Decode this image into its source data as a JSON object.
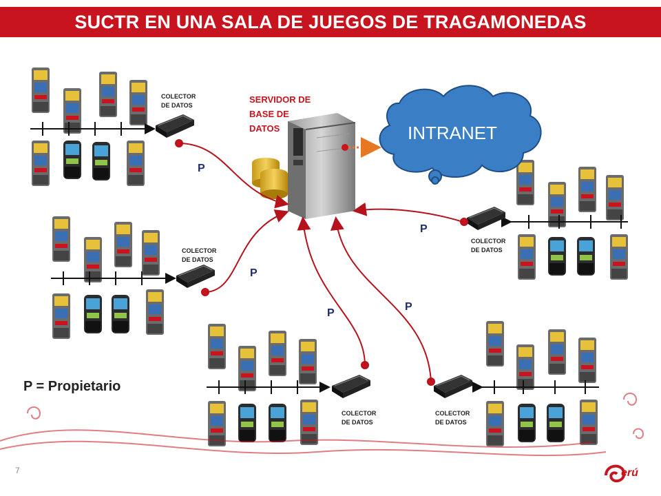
{
  "title": "SUCTR EN UNA SALA DE JUEGOS DE TRAGAMONEDAS",
  "server_label": "SERVIDOR DE\nBASE DE\nDATOS",
  "cloud_label": "INTRANET",
  "collector_label": "COLECTOR\nDE DATOS",
  "owner_marker": "P",
  "legend": "P = Propietario",
  "slide_number": "7",
  "logo_text": "erú",
  "colors": {
    "brand_red": "#c8141e",
    "cloud_blue": "#3a7fc6",
    "marker_blue": "#1f2d6b",
    "link_red": "#b5121b",
    "intranet_link": "#e87722"
  },
  "groups": [
    {
      "id": "top-left",
      "collector_label": "COLECTOR\nDE DATOS",
      "p_label": "P"
    },
    {
      "id": "middle-left",
      "collector_label": "COLECTOR\nDE DATOS",
      "p_label": "P"
    },
    {
      "id": "bottom-center-left",
      "collector_label": "COLECTOR\nDE DATOS",
      "p_label": "P"
    },
    {
      "id": "bottom-center-right",
      "collector_label": "COLECTOR\nDE DATOS",
      "p_label": "P"
    },
    {
      "id": "right",
      "collector_label": "COLECTOR\nDE DATOS",
      "p_label": "P"
    }
  ]
}
